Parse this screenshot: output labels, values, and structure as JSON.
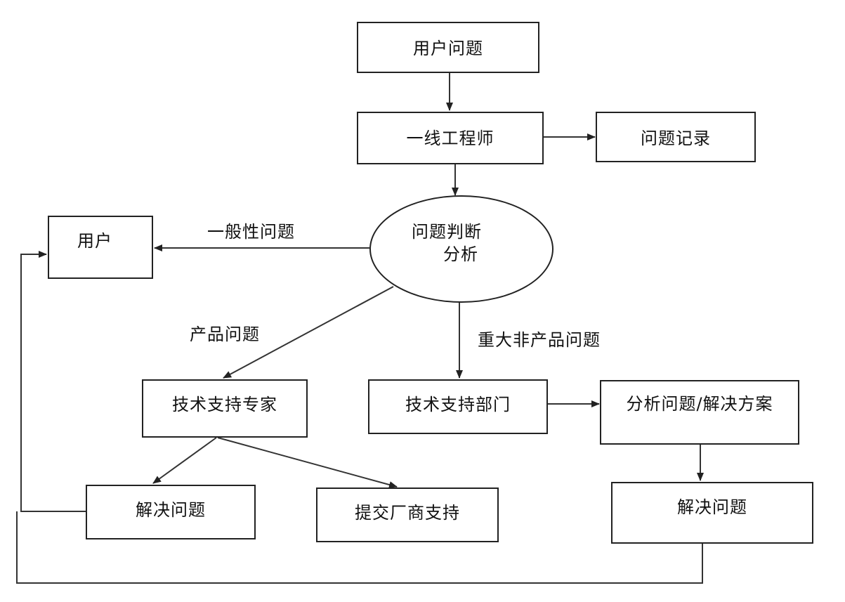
{
  "nodes": {
    "user_problem": "用户问题",
    "frontline_engineer": "一线工程师",
    "problem_record": "问题记录",
    "analysis_line1": "问题判断",
    "analysis_line2": "分析",
    "user": "用户",
    "tech_expert": "技术支持专家",
    "tech_dept": "技术支持部门",
    "analyze_solution": "分析问题/解决方案",
    "resolve_left": "解决问题",
    "vendor_support": "提交厂商支持",
    "resolve_right": "解决问题"
  },
  "edge_labels": {
    "general": "一般性问题",
    "product": "产品问题",
    "major_non_product": "重大非产品问题"
  }
}
